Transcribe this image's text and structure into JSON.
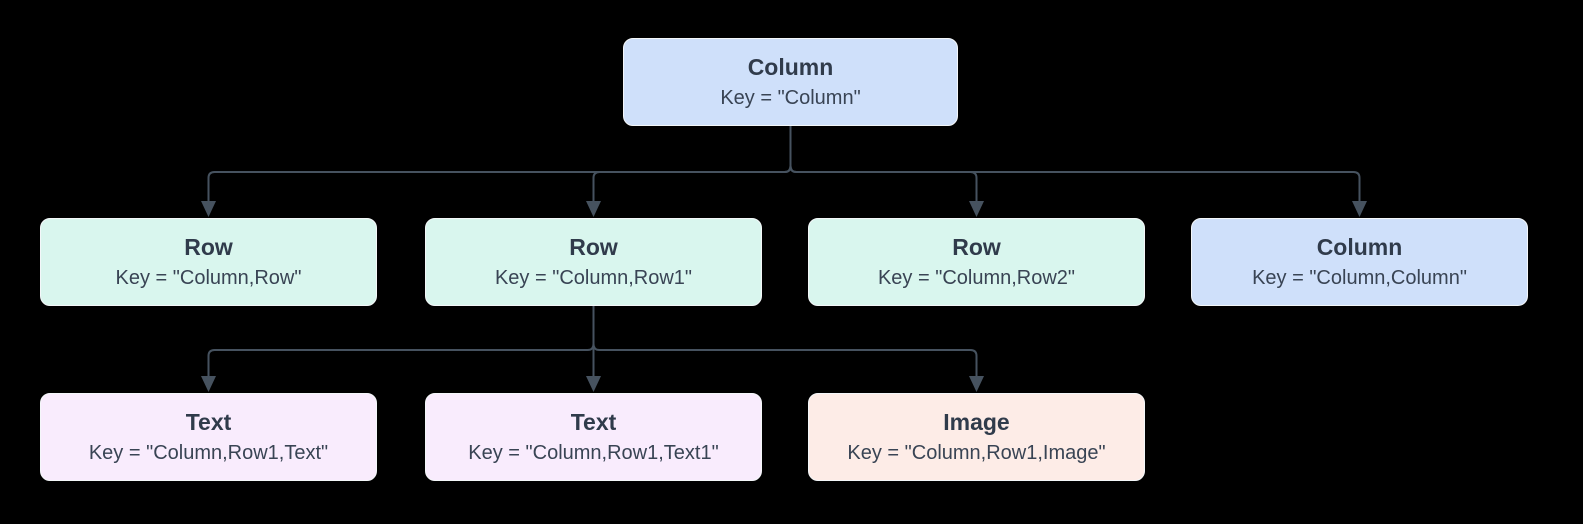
{
  "diagram": {
    "background_color": "#000000",
    "connector_color": "#46525f",
    "node_border_color": "#f4f7f9",
    "text_color": "#303b4b",
    "fills": {
      "column": "#cfe0fa",
      "row": "#d9f6ee",
      "text": "#f9ecfd",
      "image": "#fdece7"
    },
    "nodes": [
      {
        "id": "column",
        "title": "Column",
        "subtitle": "Key = \"Column\""
      },
      {
        "id": "row",
        "title": "Row",
        "subtitle": "Key = \"Column,Row\""
      },
      {
        "id": "row1",
        "title": "Row",
        "subtitle": "Key = \"Column,Row1\""
      },
      {
        "id": "row2",
        "title": "Row",
        "subtitle": "Key = \"Column,Row2\""
      },
      {
        "id": "column2",
        "title": "Column",
        "subtitle": "Key = \"Column,Column\""
      },
      {
        "id": "text",
        "title": "Text",
        "subtitle": "Key = \"Column,Row1,Text\""
      },
      {
        "id": "text1",
        "title": "Text",
        "subtitle": "Key = \"Column,Row1,Text1\""
      },
      {
        "id": "image",
        "title": "Image",
        "subtitle": "Key = \"Column,Row1,Image\""
      }
    ],
    "edges": [
      {
        "from": "column",
        "to": "row"
      },
      {
        "from": "column",
        "to": "row1"
      },
      {
        "from": "column",
        "to": "row2"
      },
      {
        "from": "column",
        "to": "column2"
      },
      {
        "from": "row1",
        "to": "text"
      },
      {
        "from": "row1",
        "to": "text1"
      },
      {
        "from": "row1",
        "to": "image"
      }
    ]
  }
}
